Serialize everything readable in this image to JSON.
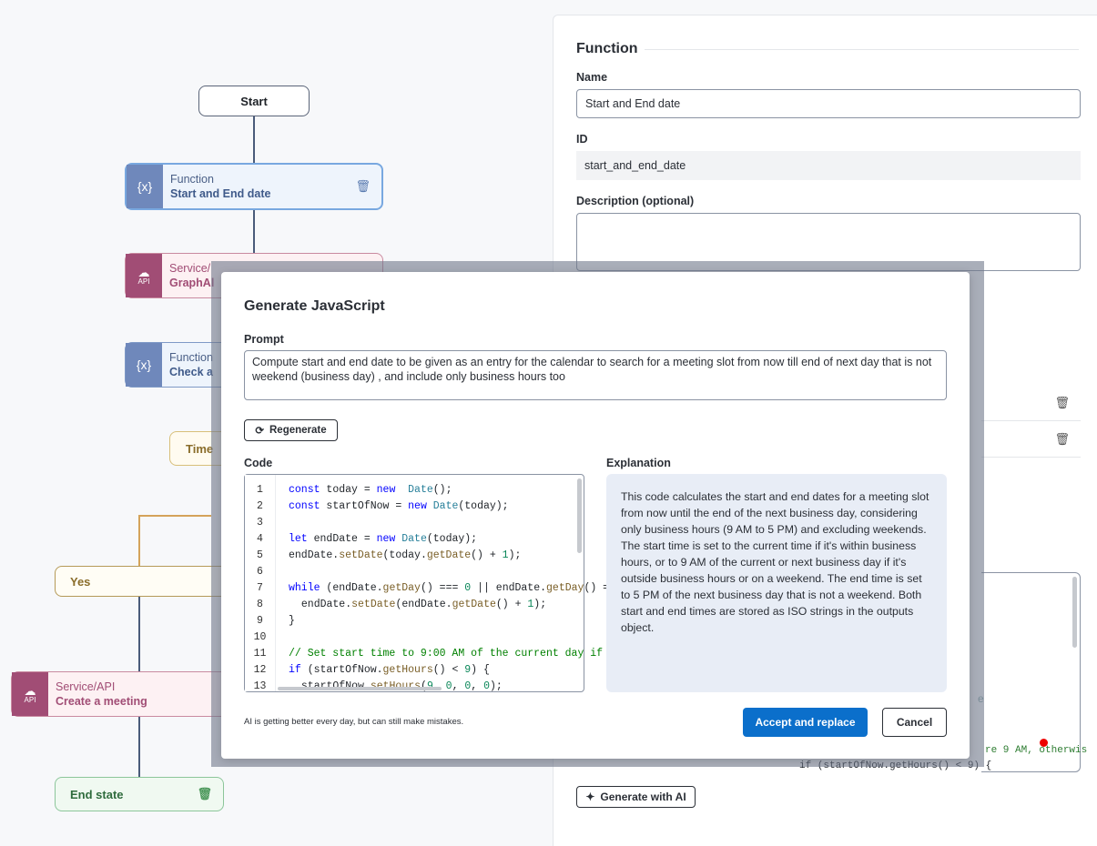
{
  "canvas": {
    "start": "Start",
    "fn1": {
      "type": "Function",
      "label": "Start and End date"
    },
    "svc1": {
      "type": "Service/",
      "label": "GraphAl"
    },
    "fn2": {
      "type": "Function",
      "label": "Check a"
    },
    "time": "Time",
    "yes": "Yes",
    "svc2": {
      "type": "Service/API",
      "label": "Create a meeting"
    },
    "end": "End state",
    "api_text": "API"
  },
  "panel": {
    "title": "Function",
    "name_label": "Name",
    "name_value": "Start and End date",
    "id_label": "ID",
    "id_value": "start_and_end_date",
    "description_label": "Description (optional)",
    "code_fragment_a": "re 9 AM, otherwis",
    "code_fragment_b": "if (startOfNow.getHours() < 9) {",
    "generate_ai_label": "Generate with AI",
    "faded_e": "e"
  },
  "modal": {
    "title": "Generate JavaScript",
    "prompt_label": "Prompt",
    "prompt_text": "Compute start and end date to be given as an entry for the calendar to search for a meeting slot from now till end of next day that is not weekend (business day) , and include only business hours too",
    "regenerate_label": "Regenerate",
    "code_label": "Code",
    "explanation_label": "Explanation",
    "line_numbers": [
      "1",
      "2",
      "3",
      "4",
      "5",
      "6",
      "7",
      "8",
      "9",
      "10",
      "11",
      "12",
      "13"
    ],
    "explanation_text": "This code calculates the start and end dates for a meeting slot from now until the end of the next business day, considering only business hours (9 AM to 5 PM) and excluding weekends. The start time is set to the current time if it's within business hours, or to 9 AM of the current or next business day if it's outside business hours or on a weekend. The end time is set to 5 PM of the next business day that is not a weekend. Both start and end times are stored as ISO strings in the outputs object.",
    "disclaimer": "AI is getting better every day, but can still make mistakes.",
    "accept_label": "Accept and replace",
    "cancel_label": "Cancel"
  },
  "colors": {
    "primary": "#0b6fcb",
    "function_node": "#6f88bb",
    "service_node": "#a14d75",
    "end_node": "#2f6b3d"
  }
}
